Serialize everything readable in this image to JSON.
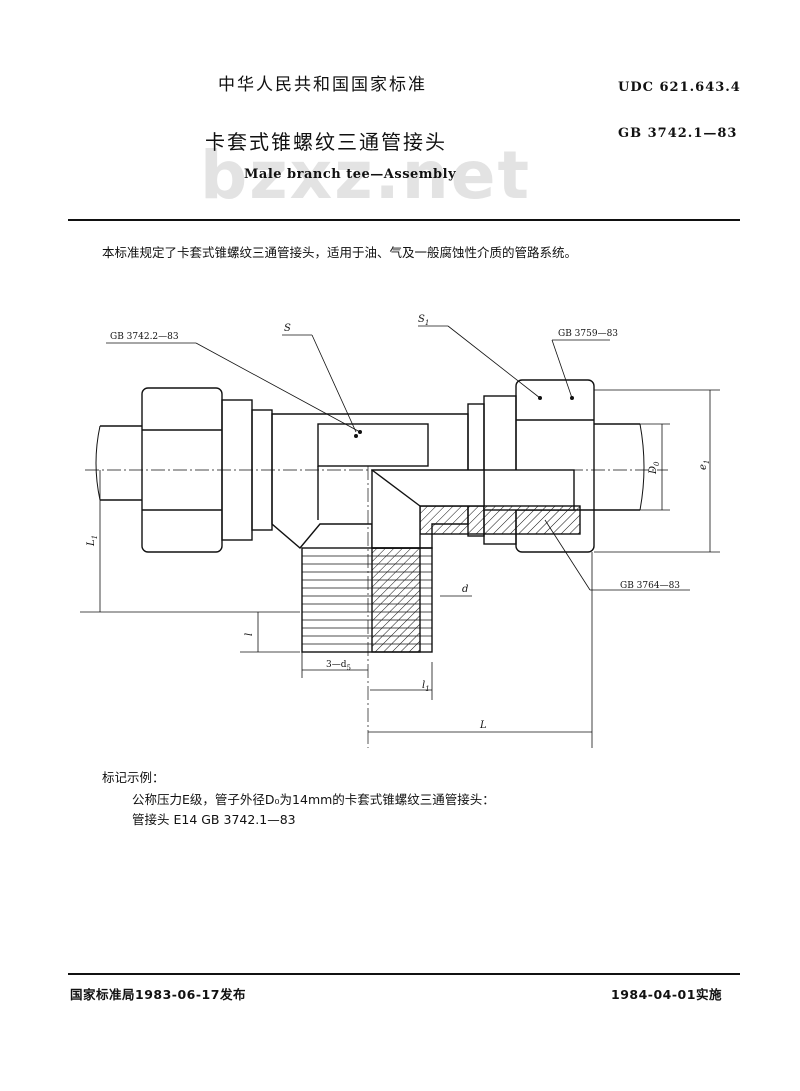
{
  "header": {
    "org": "中华人民共和国国家标准",
    "udc": "UDC  621.643.4",
    "title_zh": "卡套式锥螺纹三通管接头",
    "gb_code": "GB  3742.1—83",
    "title_en": "Male branch tee—Assembly"
  },
  "watermark": "bzxz.net",
  "scope_text": "本标准规定了卡套式锥螺纹三通管接头，适用于油、气及一般腐蚀性介质的管路系统。",
  "drawing": {
    "ref_left": "GB  3742.2—83",
    "ref_s": "S",
    "ref_s1": "S",
    "ref_s1_sub": "1",
    "ref_top_right": "GB  3759—83",
    "ref_bottom_right": "GB  3764—83",
    "dim_d0": "D",
    "dim_d0_sub": "0",
    "dim_e1": "e",
    "dim_e1_sub": "1",
    "dim_l1": "L",
    "dim_l1_sub": "1",
    "dim_l": "l",
    "dim_d": "d",
    "dim_3d5": "3—d",
    "dim_3d5_sub": "5",
    "dim_l1_small": "l",
    "dim_l1_small_sub": "1",
    "dim_L": "L"
  },
  "example": {
    "label": "标记示例：",
    "line1": "公称压力E级，管子外径D₀为14mm的卡套式锥螺纹三通管接头：",
    "line2": "管接头   E14  GB   3742.1—83"
  },
  "footer": {
    "issued": "国家标准局1983-06-17发布",
    "implemented": "1984-04-01实施"
  }
}
